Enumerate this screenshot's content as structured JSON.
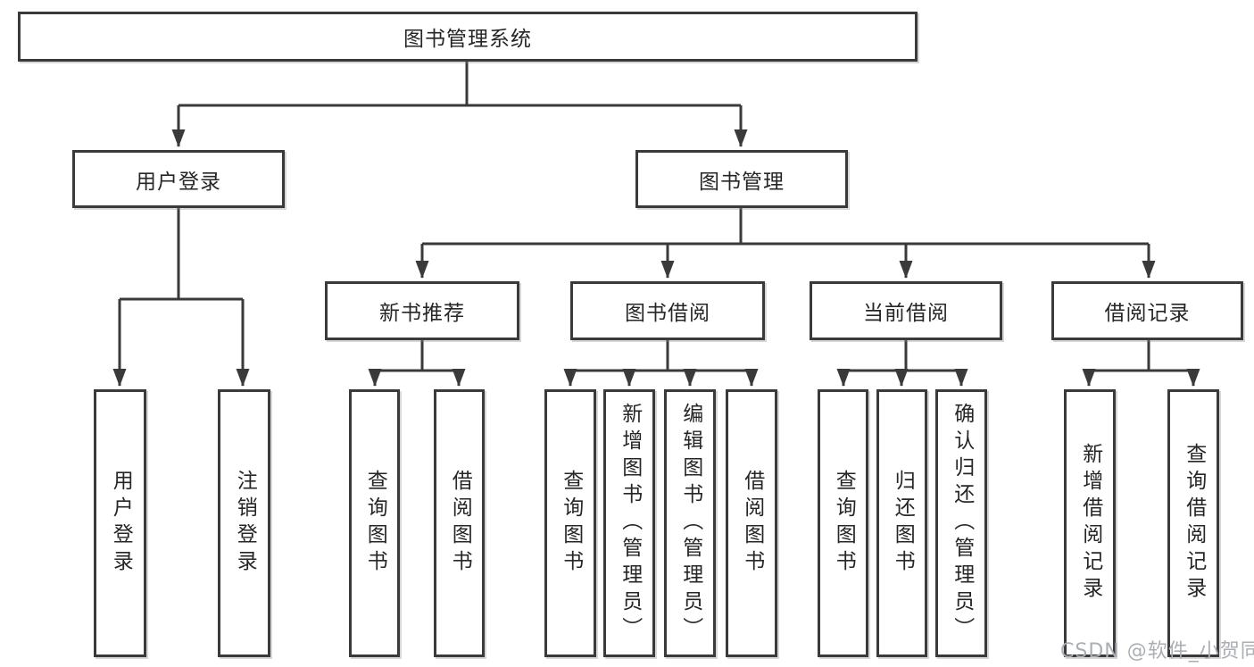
{
  "diagram": {
    "root": "图书管理系统",
    "branches": [
      {
        "label": "用户登录",
        "children": [
          "用户登录",
          "注销登录"
        ]
      },
      {
        "label": "图书管理",
        "children": [
          {
            "label": "新书推荐",
            "children": [
              "查询图书",
              "借阅图书"
            ]
          },
          {
            "label": "图书借阅",
            "children": [
              "查询图书",
              "新增图书（管理员）",
              "编辑图书（管理员）",
              "借阅图书"
            ]
          },
          {
            "label": "当前借阅",
            "children": [
              "查询图书",
              "归还图书",
              "确认归还（管理员）"
            ]
          },
          {
            "label": "借阅记录",
            "children": [
              "新增借阅记录",
              "查询借阅记录"
            ]
          }
        ]
      }
    ]
  },
  "watermark": "CSDN @软件_小贺同学",
  "colors": {
    "line": "#3a3a3a",
    "text": "#262626",
    "watermark": "#abaeb3"
  }
}
